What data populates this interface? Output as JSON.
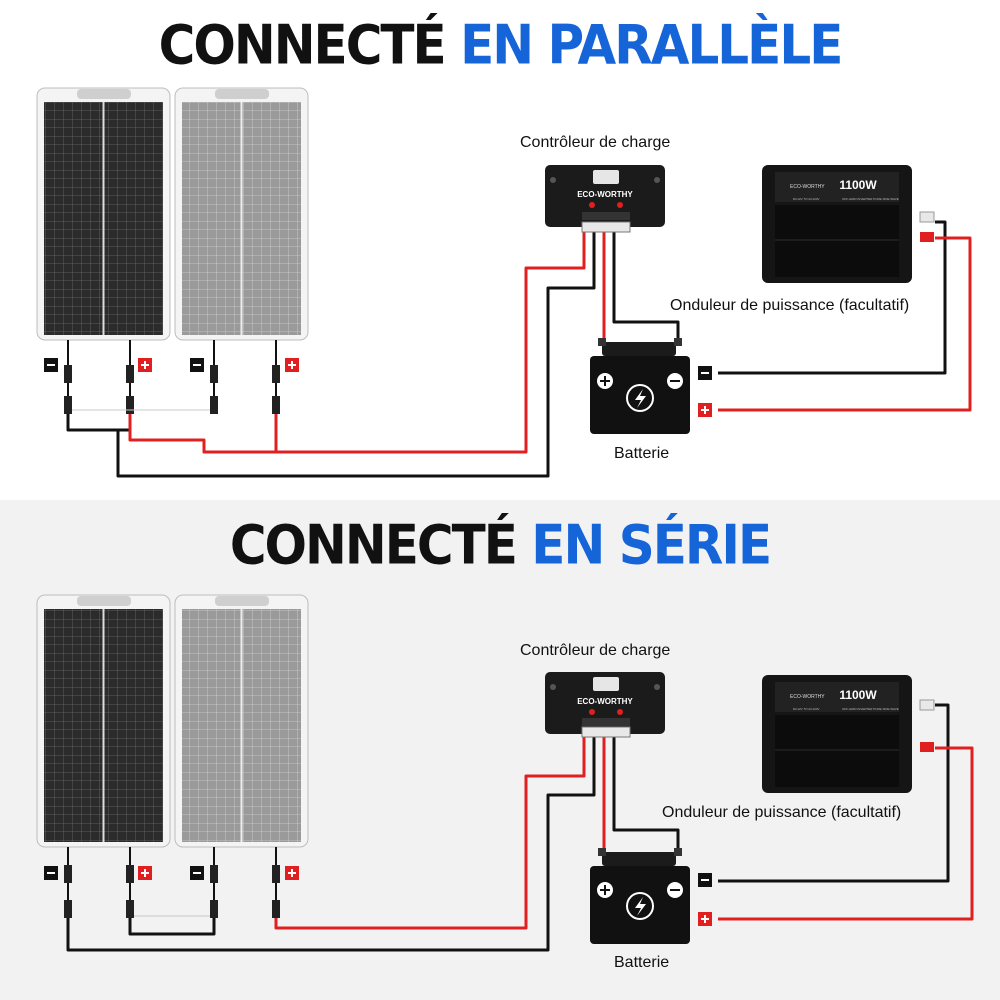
{
  "sections": [
    {
      "title_part1": "CONNECTÉ",
      "title_part2": "EN PARALLÈLE",
      "controller_label": "Contrôleur de charge",
      "inverter_label": "Onduleur de puissance (facultatif)",
      "battery_label": "Batterie"
    },
    {
      "title_part1": "CONNECTÉ",
      "title_part2": "EN SÉRIE",
      "controller_label": "Contrôleur de charge",
      "inverter_label": "Onduleur de puissance (facultatif)",
      "battery_label": "Batterie"
    }
  ],
  "devices": {
    "controller_brand": "ECO-WORTHY",
    "inverter_brand": "ECO-WORTHY",
    "inverter_power": "1100W",
    "inverter_spec_left": "DC12V TO AC120V",
    "inverter_spec_right": "OFF-GRID INVERTER PURE SINE WAVE"
  },
  "symbols": {
    "plus": "+",
    "minus": "−"
  },
  "colors": {
    "title_blue": "#1565d8",
    "wire_red": "#e02020",
    "wire_black": "#111111",
    "panel_dark": "#2b2b2b",
    "panel_light": "#9a9a9a"
  },
  "icons": [
    "minus-badge-icon",
    "plus-badge-icon",
    "lightning-bolt-icon",
    "mc4-connector-icon"
  ]
}
